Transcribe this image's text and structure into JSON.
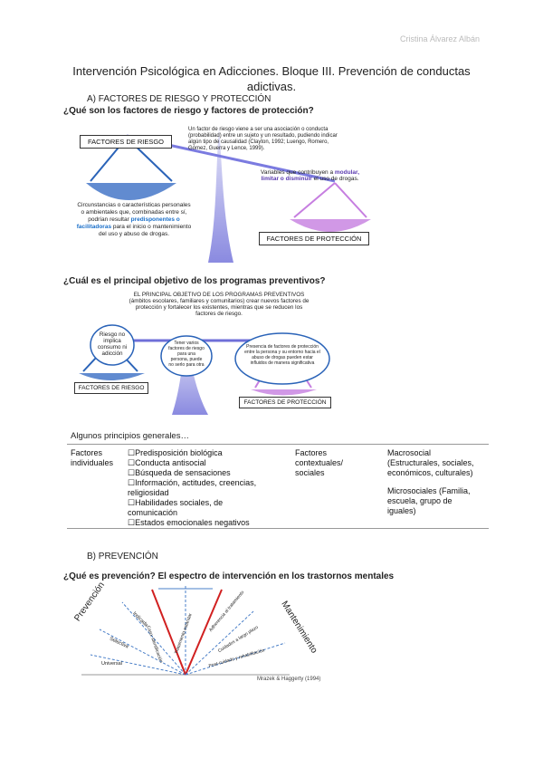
{
  "header": {
    "author": "Cristina Álvarez Albán"
  },
  "title": "Intervención Psicológica en Adicciones. Bloque III. Prevención de conductas adictivas.",
  "section_a": {
    "heading": "A)    FACTORES DE RIESGO Y PROTECCIÓN",
    "question": "¿Qué son los factores de riesgo y factores de protección?",
    "fig1": {
      "risk_box": "FACTORES DE RIESGO",
      "protection_box": "FACTORES DE PROTECCIÓN",
      "definition": "Un factor de riesgo viene a ser una asociación o conducta (probabilidad) entre un sujeto y un resultado, pudiendo indicar algún tipo de causalidad (Clayton, 1992; Luengo, Romero, Gómez, Guerra y Lence, 1999).",
      "protection_text_a": "Variables que contribuyen a ",
      "protection_text_b": "modular, limitar o disminuir",
      "protection_text_c": " el uso de drogas.",
      "risk_text_a": "Circunstancias o características personales o ambientales que, combinadas entre sí, podrían resultar ",
      "risk_text_b": "predisponentes o facilitadoras",
      "risk_text_c": " para el inicio o mantenimiento del uso y abuso de drogas."
    },
    "question2": "¿Cuál es el principal objetivo de los programas preventivos?",
    "fig2": {
      "objective": "EL PRINCIPAL OBJETIVO DE LOS PROGRAMAS PREVENTIVOS (ámbitos escolares, familiares y comunitarios) crear nuevos factores de protección y fortalecer los existentes, mientras que se reducen los factores de riesgo.",
      "left_circle": "Riesgo no implica consumo ni adicción",
      "middle_circle": "Tener varios factores de riesgo para una persona, puede no serlo para otra",
      "right_circle": "Presencia de factores de protección entre la persona y su entorno hacia el abuso de drogas pueden estar influidos de manera significativa",
      "risk_box": "FACTORES DE RIESGO",
      "protection_box": "FACTORES DE PROTECCIÓN"
    },
    "principles_heading": "Algunos principios generales…",
    "individual_label": "Factores individuales",
    "individual_items": [
      "Predisposición biológica",
      "Conducta antisocial",
      "Búsqueda de sensaciones",
      "Información, actitudes, creencias, religiosidad",
      "Habilidades sociales, de comunicación",
      "Estados emocionales negativos"
    ],
    "context_label": "Factores contextuales/ sociales",
    "macro": "Macrosocial (Estructurales, sociales, económicos, culturales)",
    "micro": "Microsociales (Familia, escuela, grupo de iguales)"
  },
  "section_b": {
    "heading": "B)    PREVENCIÓN",
    "question": "¿Qué es prevención? El espectro de intervención en los trastornos mentales",
    "fig3": {
      "left_label": "Prevención",
      "right_label": "Mantenimiento",
      "rays": [
        "Universal",
        "Selectiva",
        "Indicada",
        "Caso: identificación",
        "Tratamiento estándar",
        "Adherencia al tratamiento",
        "Cuidados a largo plazo",
        "Post-cuidado y rehabilitación"
      ],
      "source": "Mrazek & Haggerty (1994)"
    }
  }
}
